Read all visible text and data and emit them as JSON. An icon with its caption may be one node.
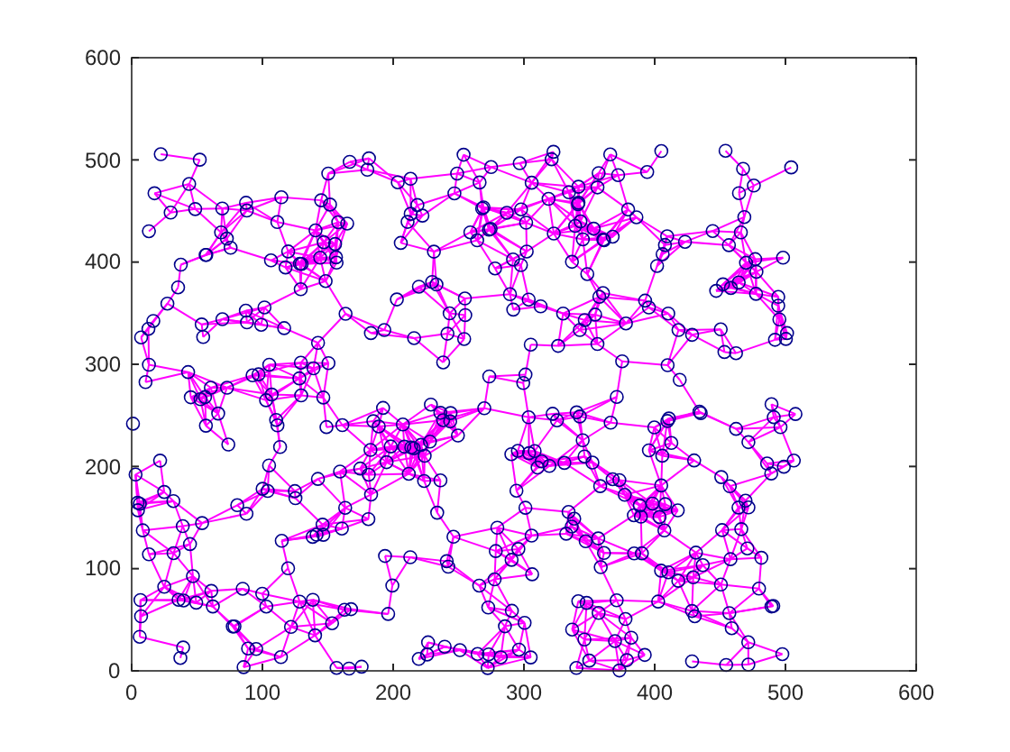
{
  "diagram": {
    "labels": [
      "600",
      "500",
      "400",
      "300",
      "200",
      "100",
      "0",
      "0",
      "100",
      "200",
      "300",
      "400",
      "500",
      "600"
    ]
  }
}
